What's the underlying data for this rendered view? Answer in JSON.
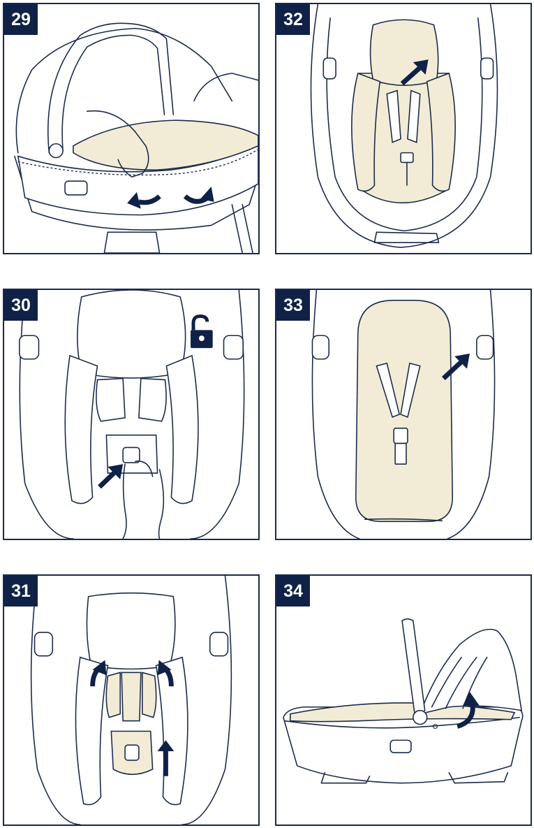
{
  "panels": [
    {
      "id": "p29",
      "step": "29",
      "arrow_icon": "rotate-arrows-icon",
      "action": "unzip-cover"
    },
    {
      "id": "p32",
      "step": "32",
      "arrow_icon": "diagonal-arrow-icon",
      "action": "remove-head-pad"
    },
    {
      "id": "p30",
      "step": "30",
      "arrow_icon": "diagonal-arrow-icon",
      "lock_icon": "unlock-icon",
      "action": "press-buckle"
    },
    {
      "id": "p33",
      "step": "33",
      "arrow_icon": "diagonal-arrow-icon",
      "action": "remove-seat-liner"
    },
    {
      "id": "p31",
      "step": "31",
      "arrow_icon": "curved-arrows-icon",
      "action": "thread-harness"
    },
    {
      "id": "p34",
      "step": "34",
      "arrow_icon": "curved-arrow-icon",
      "action": "fold-canopy"
    }
  ],
  "colors": {
    "badge": "#0f2147",
    "line": "#1b2a4a",
    "fabric": "#f2ecd6",
    "arrow": "#0f2147"
  }
}
